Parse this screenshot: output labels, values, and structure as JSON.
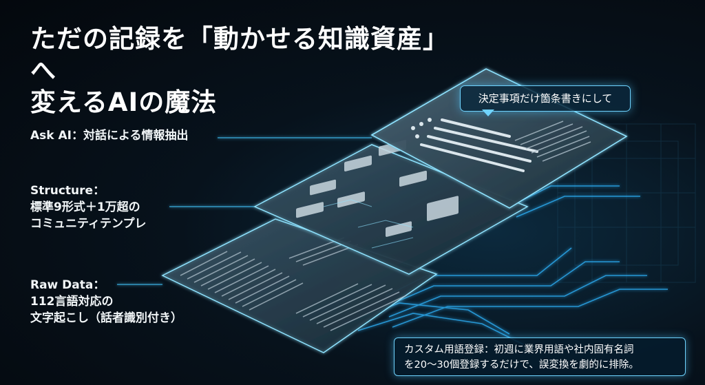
{
  "title": {
    "line1": "ただの記録を「動かせる知識資産」へ",
    "line2": "変えるAIの魔法"
  },
  "labels": {
    "ask": "Ask AI：対話による情報抽出",
    "structure_title": "Structure：",
    "structure_line2": "標準9形式＋1万超の",
    "structure_line3": "コミュニティテンプレ",
    "raw_title": "Raw Data：",
    "raw_line2": "112言語対応の",
    "raw_line3": "文字起こし（話者識別付き）"
  },
  "bubble": {
    "text": "決定事項だけ箇条書きにして"
  },
  "note": {
    "line1": "カスタム用語登録：初週に業界用語や社内固有名詞",
    "line2": "を20〜30個登録するだけで、誤変換を劇的に排除。"
  },
  "colors": {
    "accent": "#6fd4ff",
    "panel_edge": "#8fe3ff",
    "background": "#06101a"
  },
  "icons": [
    "speech-bubble-icon",
    "circuit-trace-icon",
    "chip-icon"
  ]
}
